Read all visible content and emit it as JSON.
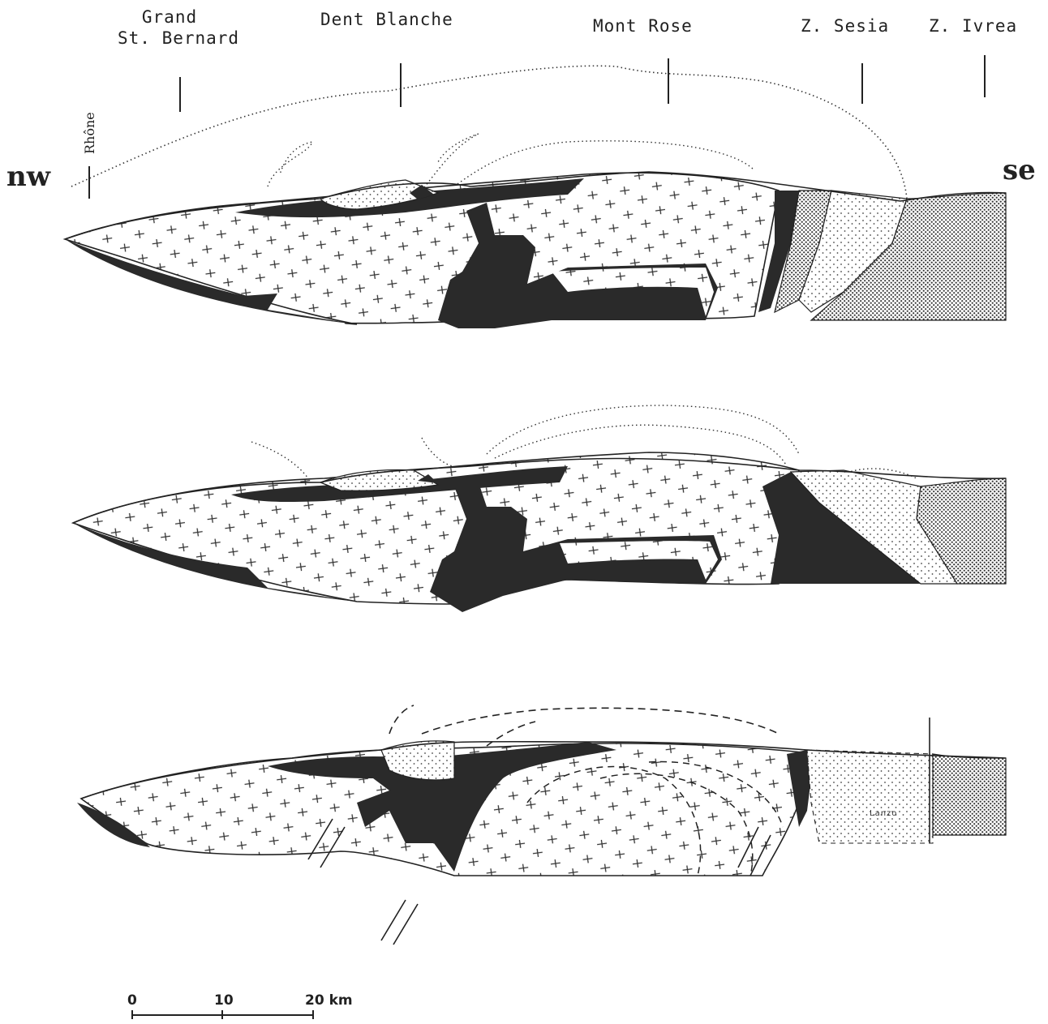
{
  "locations": {
    "grand_st_bernard": [
      "Grand",
      "St. Bernard"
    ],
    "dent_blanche": "Dent Blanche",
    "mont_rose": "Mont Rose",
    "z_sesia": "Z. Sesia",
    "z_ivrea": "Z. Ivrea",
    "rhone": "Rhône"
  },
  "directions": {
    "left": "nw",
    "right": "se"
  },
  "scale_bar": {
    "label_0": "0",
    "label_10": "10",
    "label_20": "20 km"
  },
  "inset_label": "Lanzo",
  "colors": {
    "ink": "#2a2a2a",
    "fill_light": "#ffffff",
    "background": "#ffffff"
  }
}
